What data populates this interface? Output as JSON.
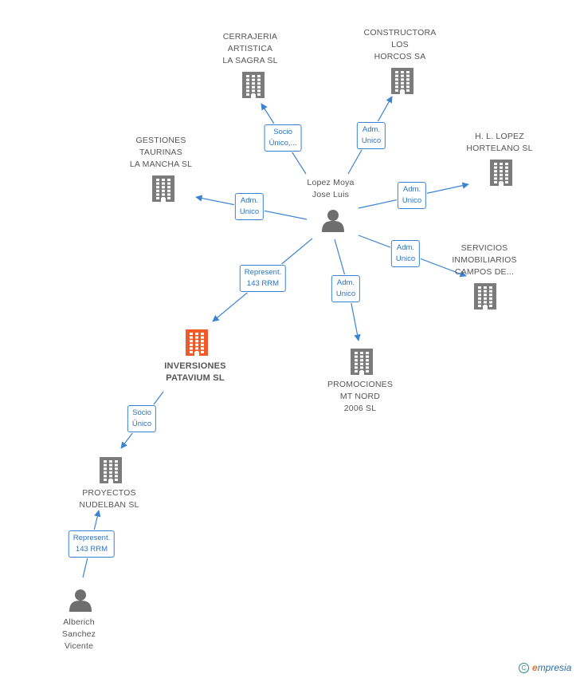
{
  "nodes": {
    "center_person": {
      "lines": [
        "Lopez Moya",
        "Jose Luis"
      ]
    },
    "cerrajeria": {
      "lines": [
        "CERRAJERIA",
        "ARTISTICA",
        "LA SAGRA SL"
      ]
    },
    "constructora": {
      "lines": [
        "CONSTRUCTORA",
        "LOS",
        "HORCOS SA"
      ]
    },
    "gestiones": {
      "lines": [
        "GESTIONES",
        "TAURINAS",
        "LA MANCHA  SL"
      ]
    },
    "lopez_hortelano": {
      "lines": [
        "H.  L. LOPEZ",
        "HORTELANO SL"
      ]
    },
    "servicios": {
      "lines": [
        "SERVICIOS",
        "INMOBILIARIOS",
        "CAMPOS DE..."
      ]
    },
    "inversiones": {
      "lines": [
        "INVERSIONES",
        "PATAVIUM SL"
      ]
    },
    "promociones": {
      "lines": [
        "PROMOCIONES",
        "MT NORD",
        "2006 SL"
      ]
    },
    "proyectos": {
      "lines": [
        "PROYECTOS",
        "NUDELBAN SL"
      ]
    },
    "alberich": {
      "lines": [
        "Alberich",
        "Sanchez",
        "Vicente"
      ]
    }
  },
  "edges": {
    "to_cerrajeria": [
      "Socio",
      "Único,..."
    ],
    "to_constructora": [
      "Adm.",
      "Unico"
    ],
    "to_gestiones": [
      "Adm.",
      "Unico"
    ],
    "to_lopez_hortelano": [
      "Adm.",
      "Unico"
    ],
    "to_servicios": [
      "Adm.",
      "Unico"
    ],
    "to_inversiones": [
      "Represent.",
      "143 RRM"
    ],
    "to_promociones": [
      "Adm.",
      "Unico"
    ],
    "inversiones_to_proyectos": [
      "Socio",
      "Único"
    ],
    "alberich_to_proyectos": [
      "Represent.",
      "143 RRM"
    ]
  },
  "colors": {
    "edge": "#3a83d0",
    "building": "#7b7b7b",
    "building_highlight": "#f05a28",
    "person": "#6e6e6e"
  },
  "footer": {
    "copyright_symbol": "C",
    "brand_initial": "e",
    "brand_rest": "mpresia"
  }
}
